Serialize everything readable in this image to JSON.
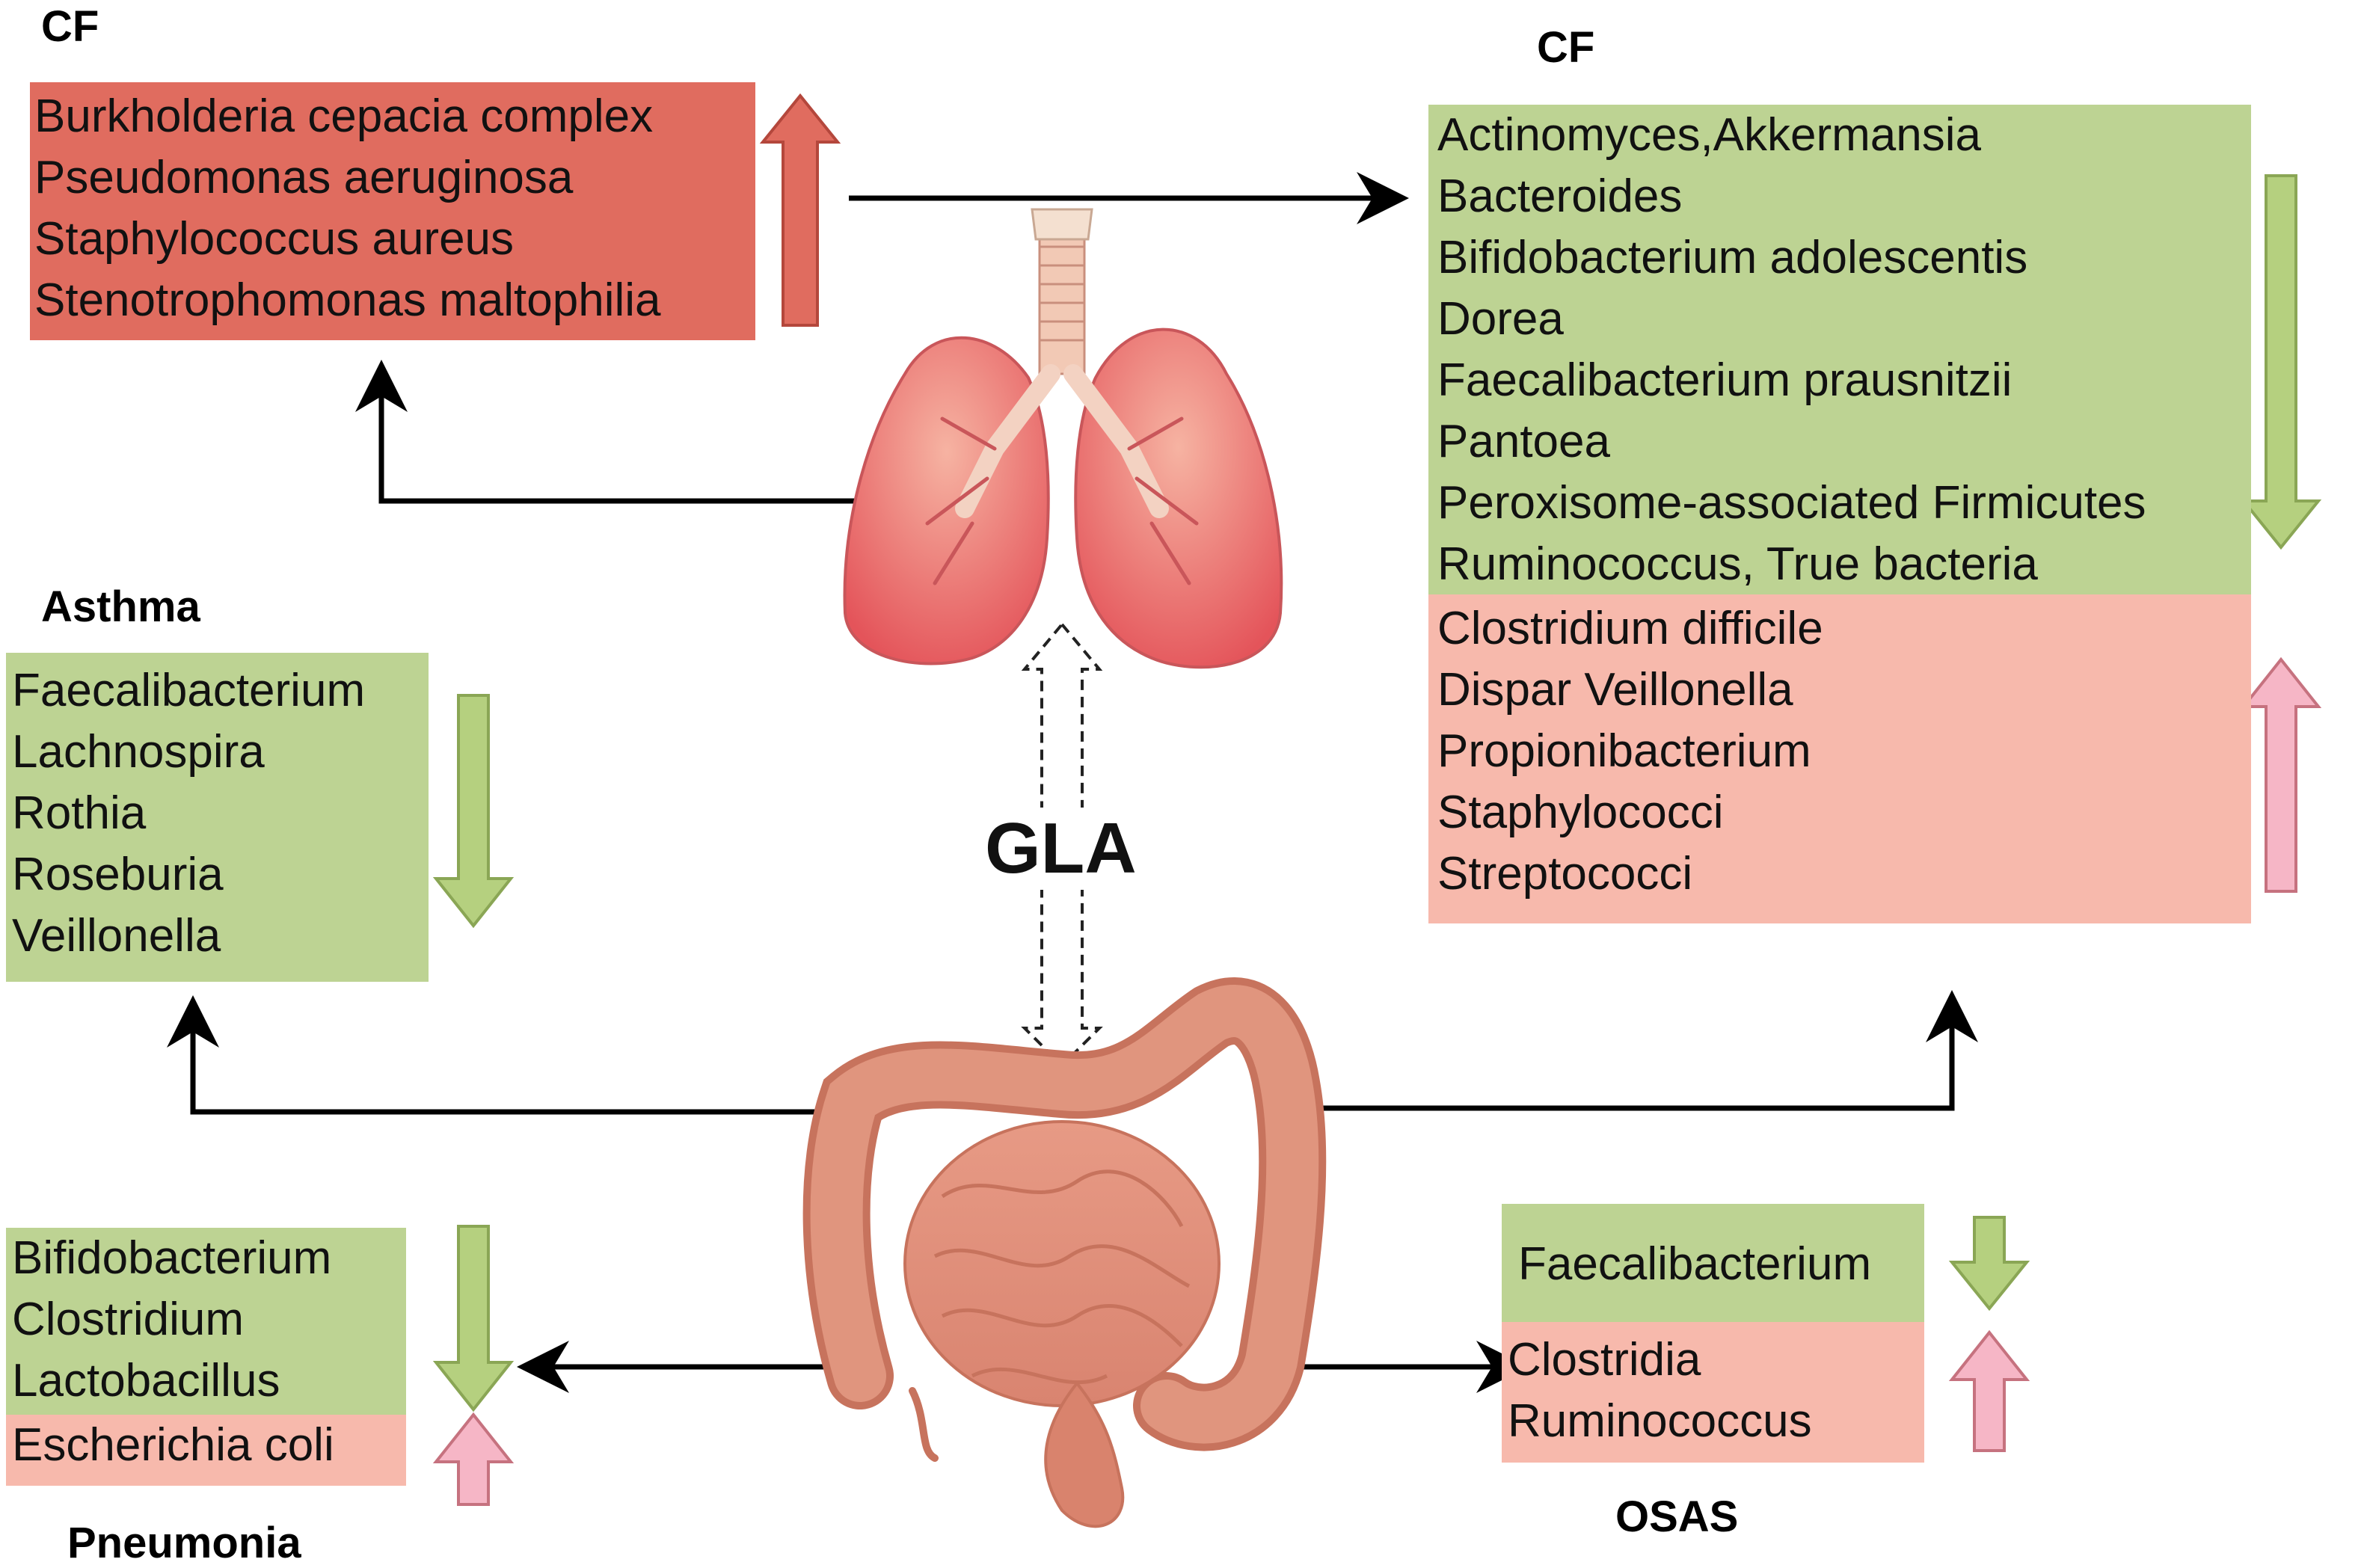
{
  "center_label": "GLA",
  "cf_lung": {
    "title": "CF",
    "increased": [
      "Burkholderia cepacia complex",
      "Pseudomonas aeruginosa",
      "Staphylococcus aureus",
      "Stenotrophomonas maltophilia"
    ]
  },
  "cf_gut": {
    "title": "CF",
    "decreased": [
      "Actinomyces,Akkermansia",
      "Bacteroides",
      "Bifidobacterium adolescentis",
      "Dorea",
      "Faecalibacterium prausnitzii",
      "Pantoea",
      "Peroxisome-associated Firmicutes",
      "Ruminococcus, True bacteria"
    ],
    "increased": [
      "Clostridium difficile",
      "Dispar Veillonella",
      "Propionibacterium",
      "Staphylococci",
      "Streptococci"
    ]
  },
  "asthma": {
    "title": "Asthma",
    "decreased": [
      "Faecalibacterium",
      "Lachnospira",
      "Rothia",
      "Roseburia",
      "Veillonella"
    ]
  },
  "pneumonia": {
    "title": "Pneumonia",
    "decreased": [
      "Bifidobacterium",
      "Clostridium",
      "Lactobacillus"
    ],
    "increased": [
      "Escherichia coli"
    ]
  },
  "osas": {
    "title": "OSAS",
    "decreased": [
      "Faecalibacterium"
    ],
    "increased": [
      "Clostridia",
      "Ruminococcus"
    ]
  },
  "colors": {
    "lung_increase_box": "#e06c5f",
    "decrease_box": "#bdd393",
    "increase_box": "#f7b9ac",
    "decrease_arrow": "#b5d07f",
    "increase_arrow": "#f6b6c6",
    "lung_increase_arrow": "#e06c5f"
  },
  "icons": [
    "lungs-illustration",
    "intestine-illustration",
    "bidirectional-dashed-arrow"
  ]
}
